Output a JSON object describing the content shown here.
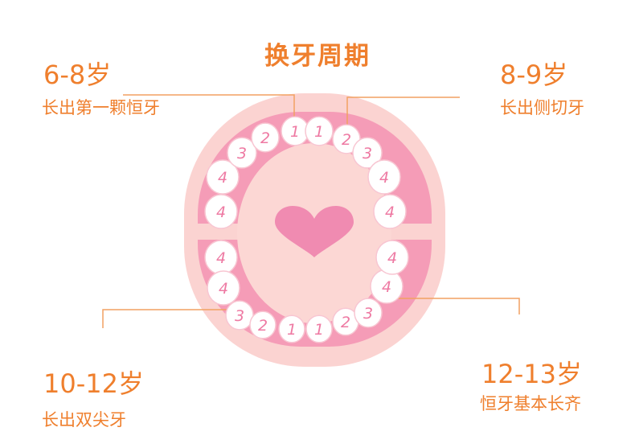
{
  "title": "换牙周期",
  "stages": [
    {
      "age": "6-8岁",
      "desc": "长出第一颗恒牙"
    },
    {
      "age": "8-9岁",
      "desc": "长出侧切牙"
    },
    {
      "age": "10-12岁",
      "desc": "长出双尖牙"
    },
    {
      "age": "12-13岁",
      "desc": "恒牙基本长齐"
    }
  ],
  "upper_teeth": [
    "4",
    "4",
    "3",
    "2",
    "1",
    "1",
    "2",
    "3",
    "4",
    "4"
  ],
  "lower_teeth": [
    "4",
    "4",
    "3",
    "2",
    "1",
    "1",
    "2",
    "3",
    "4",
    "4"
  ],
  "colors": {
    "accent": "#ef7f2d",
    "gum_outer": "#fbd3d1",
    "gum": "#f59cb7",
    "tongue": "#fcd7d4",
    "heart": "#f08bb1",
    "tooth_number": "#ee7aa3"
  }
}
